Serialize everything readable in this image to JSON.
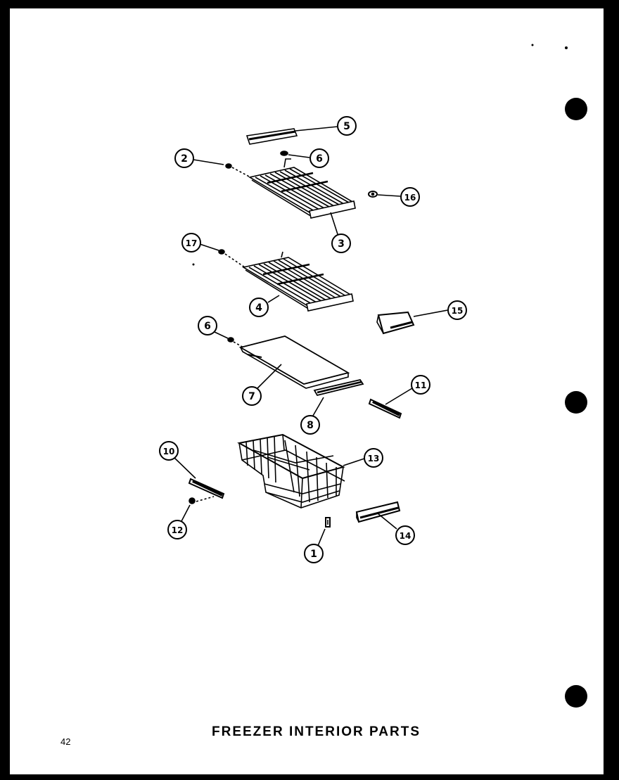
{
  "title": "FREEZER  INTERIOR  PARTS",
  "page_number": "42",
  "callouts": [
    {
      "id": "c5",
      "label": "5"
    },
    {
      "id": "c6a",
      "label": "6"
    },
    {
      "id": "c2",
      "label": "2"
    },
    {
      "id": "c16",
      "label": "16"
    },
    {
      "id": "c3",
      "label": "3"
    },
    {
      "id": "c17",
      "label": "17"
    },
    {
      "id": "c4",
      "label": "4"
    },
    {
      "id": "c15",
      "label": "15"
    },
    {
      "id": "c6b",
      "label": "6"
    },
    {
      "id": "c7",
      "label": "7"
    },
    {
      "id": "c8",
      "label": "8"
    },
    {
      "id": "c11",
      "label": "11"
    },
    {
      "id": "c10",
      "label": "10"
    },
    {
      "id": "c13",
      "label": "13"
    },
    {
      "id": "c12",
      "label": "12"
    },
    {
      "id": "c1",
      "label": "1"
    },
    {
      "id": "c14",
      "label": "14"
    }
  ]
}
